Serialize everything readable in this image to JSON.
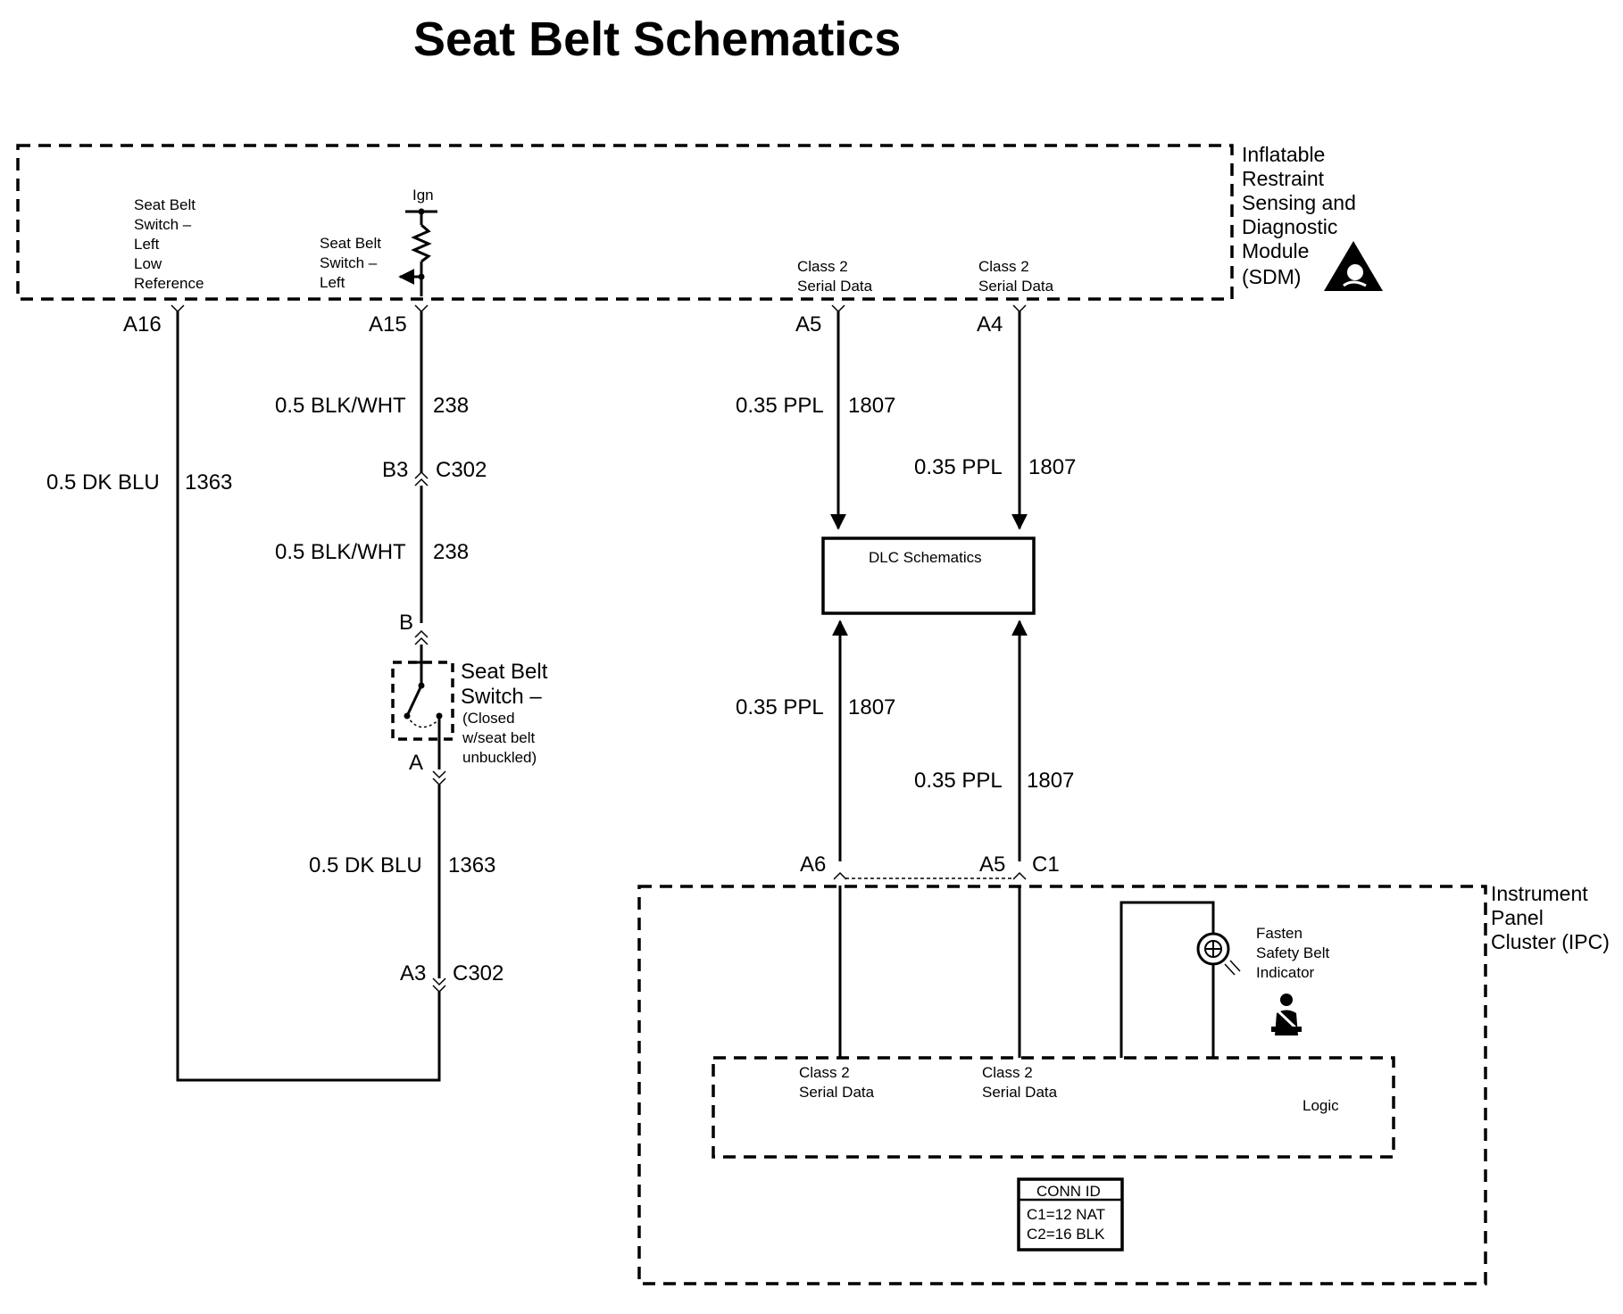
{
  "title": "Seat Belt Schematics",
  "sdm": {
    "name_lines": [
      "Inflatable",
      "Restraint",
      "Sensing and",
      "Diagnostic",
      "Module",
      "(SDM)"
    ],
    "low_ref_lines": [
      "Seat Belt",
      "Switch –",
      "Left",
      "Low",
      "Reference"
    ],
    "switch_left_lines": [
      "Seat Belt",
      "Switch –",
      "Left"
    ],
    "ign": "Ign",
    "serial1_lines": [
      "Class 2",
      "Serial Data"
    ],
    "serial2_lines": [
      "Class 2",
      "Serial Data"
    ]
  },
  "pins": {
    "a16": "A16",
    "a15": "A15",
    "sdm_a5": "A5",
    "sdm_a4": "A4",
    "b3": "B3",
    "c302_top": "C302",
    "b": "B",
    "a": "A",
    "a3": "A3",
    "c302_bottom": "C302",
    "ipc_a6": "A6",
    "ipc_a5": "A5",
    "c1": "C1"
  },
  "wires": {
    "dk_blu_left": {
      "gauge": "0.5 DK BLU",
      "circuit": "1363"
    },
    "blk_wht_1": {
      "gauge": "0.5 BLK/WHT",
      "circuit": "238"
    },
    "blk_wht_2": {
      "gauge": "0.5 BLK/WHT",
      "circuit": "238"
    },
    "dk_blu_switch": {
      "gauge": "0.5 DK BLU",
      "circuit": "1363"
    },
    "ppl_1": {
      "gauge": "0.35 PPL",
      "circuit": "1807"
    },
    "ppl_2": {
      "gauge": "0.35 PPL",
      "circuit": "1807"
    },
    "ppl_3": {
      "gauge": "0.35 PPL",
      "circuit": "1807"
    },
    "ppl_4": {
      "gauge": "0.35 PPL",
      "circuit": "1807"
    }
  },
  "switch": {
    "name_lines": [
      "Seat Belt",
      "Switch –"
    ],
    "state_lines": [
      "(Closed",
      "w/seat belt",
      "unbuckled)"
    ]
  },
  "dlc": {
    "label": "DLC Schematics"
  },
  "ipc": {
    "name_lines": [
      "Instrument",
      "Panel",
      "Cluster (IPC)"
    ],
    "serial1_lines": [
      "Class 2",
      "Serial Data"
    ],
    "serial2_lines": [
      "Class 2",
      "Serial Data"
    ],
    "logic": "Logic",
    "indicator_lines": [
      "Fasten",
      "Safety Belt",
      "Indicator"
    ]
  },
  "conn_id": {
    "header": "CONN ID",
    "rows": [
      "C1=12 NAT",
      "C2=16 BLK"
    ]
  },
  "icons": [
    "airbag-warning-icon",
    "seatbelt-person-icon",
    "lamp-icon"
  ]
}
